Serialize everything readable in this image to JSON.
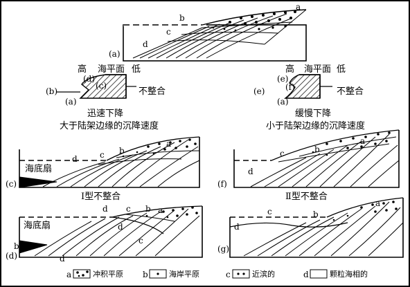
{
  "panel_a": {
    "tag": "(a)",
    "labels": {
      "a": "a",
      "b": "b",
      "c": "c",
      "d": "d"
    }
  },
  "sea_level_left": {
    "high": "高",
    "title": "海平面",
    "low": "低",
    "tags": {
      "b": "(b)",
      "c": "(c)",
      "d": "(d)",
      "a": "(a)"
    },
    "unconformity": "不整合",
    "fall": "迅速下降",
    "caption": "大于陆架边缘的沉降速度"
  },
  "sea_level_right": {
    "high": "高",
    "title": "海平面",
    "low": "低",
    "tags": {
      "e": "(e)",
      "f": "(f)",
      "a": "(a)"
    },
    "unconformity": "不整合",
    "fall": "缓慢下降",
    "caption": "小于陆架边缘的沉降速度"
  },
  "panel_c": {
    "tag": "(c)",
    "fan": "海底扇",
    "labels": {
      "a": "a",
      "b": "b",
      "c": "c",
      "d": "d"
    },
    "caption": "Ⅰ型不整合"
  },
  "panel_f": {
    "tag": "(f)",
    "labels": {
      "a": "a",
      "b": "b",
      "c": "c",
      "d": "d"
    },
    "caption": "Ⅱ型不整合"
  },
  "panel_d": {
    "tag": "(d)",
    "fan": "海底扇",
    "labels": {
      "a": "a",
      "b": "b",
      "c": "c",
      "d1": "d",
      "d2": "d",
      "b2": "b",
      "d3": "d"
    }
  },
  "panel_g": {
    "tag": "(g)",
    "labels": {
      "a": "a",
      "b": "b",
      "c": "c",
      "d": "d"
    }
  },
  "legend": [
    {
      "key": "a",
      "text": "冲积平原",
      "pattern": "circles"
    },
    {
      "key": "b",
      "text": "海岸平原",
      "pattern": "dot"
    },
    {
      "key": "c",
      "text": "近滨的",
      "pattern": "dots"
    },
    {
      "key": "d",
      "text": "颗粒海相的",
      "pattern": "blank"
    }
  ],
  "colors": {
    "ink": "#000000",
    "paper": "#ffffff"
  }
}
